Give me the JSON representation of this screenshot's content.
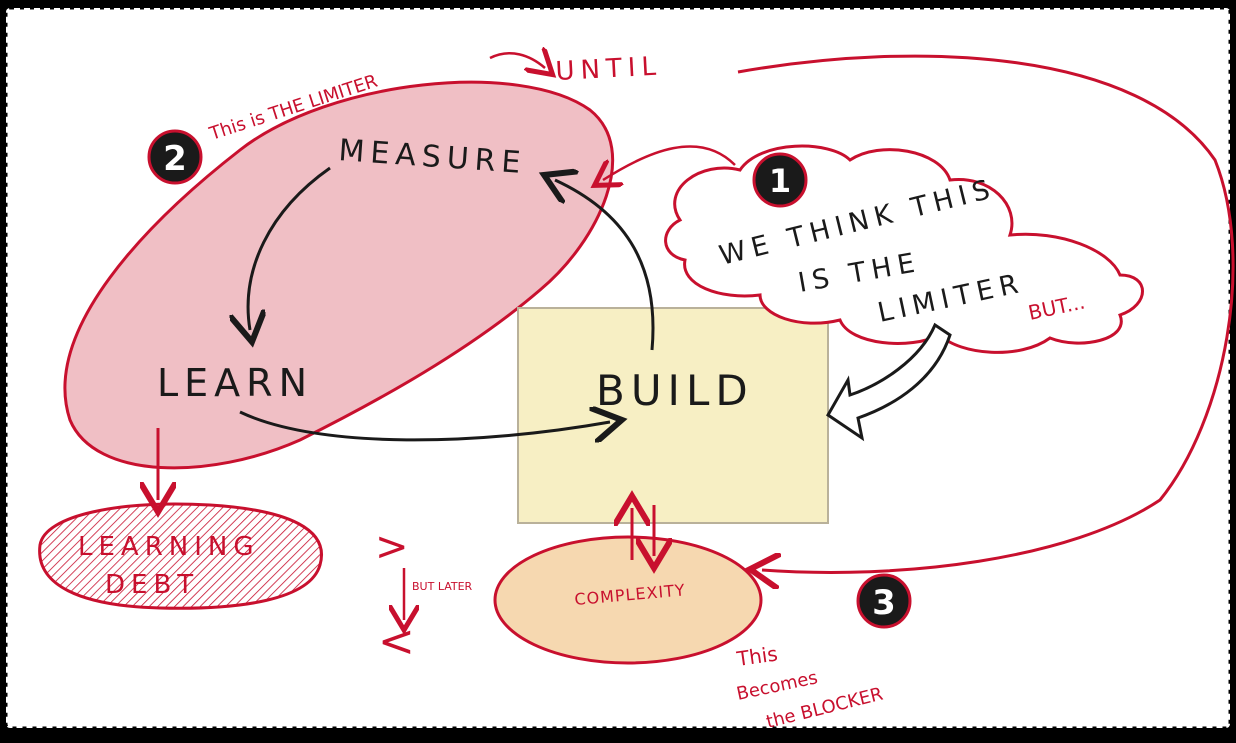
{
  "colors": {
    "ink": "#1a1a1a",
    "red": "#c8102e",
    "paper": "#ffffff",
    "measure_fill": "#eba9b1",
    "build_fill": "#f7efc4",
    "complexity_fill": "#f6d8b0",
    "badge": "#1a1a1a"
  },
  "nodes": {
    "measure": "MEASURE",
    "learn": "LEARN",
    "build": "BUILD",
    "learning_debt_line1": "LEARNING",
    "learning_debt_line2": "DEBT",
    "complexity": "COMPLEXITY"
  },
  "badges": {
    "one": "1",
    "two": "2",
    "three": "3"
  },
  "annotations": {
    "limiter_top": "This is THE LIMITER",
    "until": "UNTIL",
    "think_line1": "WE THINK THIS",
    "think_line2": "IS THE",
    "think_line3": "LIMITER",
    "but": "BUT...",
    "but_later": "BUT LATER",
    "greater": ">",
    "less": "<",
    "blocker_line1": "This",
    "blocker_line2": "Becomes",
    "blocker_line3": "the BLOCKER"
  }
}
